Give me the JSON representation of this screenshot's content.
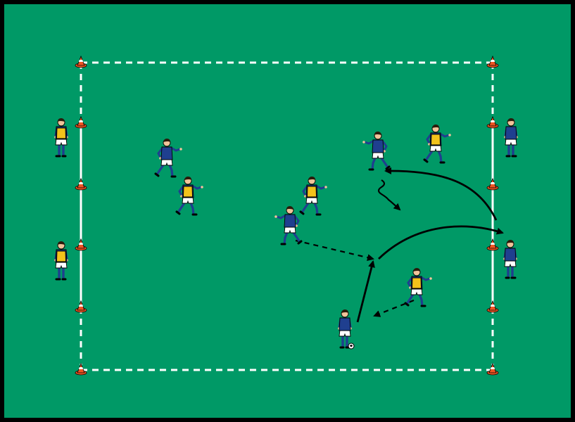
{
  "colors": {
    "pitch": "#009966",
    "border": "#000000",
    "lines": "#ffffff",
    "cone_orange": "#ee5522",
    "cone_white": "#ffffff",
    "team_blue_shirt": "#1f3f8f",
    "team_blue_shorts": "#ffffff",
    "bib_yellow": "#f2c21b",
    "skin": "#f1c49a",
    "hair": "#2a1a0a",
    "arrow": "#000000"
  },
  "players": [
    {
      "id": "server-left-top",
      "team": "bib"
    },
    {
      "id": "server-left-bottom",
      "team": "bib"
    },
    {
      "id": "server-right-top",
      "team": "blue"
    },
    {
      "id": "server-right-bottom",
      "team": "blue"
    },
    {
      "id": "blue-left",
      "team": "blue"
    },
    {
      "id": "yellow-left",
      "team": "bib"
    },
    {
      "id": "blue-top-center",
      "team": "blue"
    },
    {
      "id": "yellow-top-right",
      "team": "bib"
    },
    {
      "id": "yellow-middle",
      "team": "bib"
    },
    {
      "id": "blue-middle",
      "team": "blue"
    },
    {
      "id": "yellow-bottom-right",
      "team": "bib"
    },
    {
      "id": "blue-with-ball",
      "team": "blue",
      "has_ball": true
    }
  ],
  "movements": [
    {
      "id": "pass-up",
      "kind": "pass"
    },
    {
      "id": "pass-to-server",
      "kind": "pass"
    },
    {
      "id": "pass-from-server",
      "kind": "pass"
    },
    {
      "id": "run-blue-middle",
      "kind": "run"
    },
    {
      "id": "run-yellow-bottom",
      "kind": "run"
    },
    {
      "id": "dribble-top",
      "kind": "dribble"
    }
  ]
}
